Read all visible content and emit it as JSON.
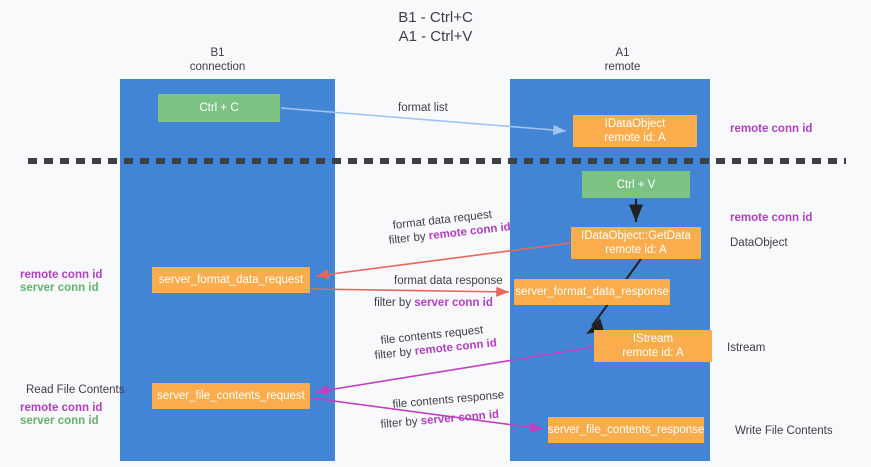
{
  "title": {
    "line1": "B1 - Ctrl+C",
    "line2": "A1 - Ctrl+V"
  },
  "columns": [
    {
      "name": "B1",
      "sub": "connection"
    },
    {
      "name": "A1",
      "sub": "remote"
    }
  ],
  "nodes": {
    "ctrl_c": "Ctrl + C",
    "idataobject": "IDataObject\nremote id: A",
    "idataobject_line1": "IDataObject",
    "idataobject_line2": "remote id: A",
    "ctrl_v": "Ctrl + V",
    "getdata_line1": "IDataObject::GetData",
    "getdata_line2": "remote id: A",
    "server_format_data_request": "server_format_data_request",
    "server_format_data_response": "server_format_data_response",
    "istream_line1": "IStream",
    "istream_line2": "remote id: A",
    "server_file_contents_request": "server_file_contents_request",
    "server_file_contents_response": "server_file_contents_response"
  },
  "edge_labels": {
    "format_list": "format list",
    "format_data_request": "format data request",
    "filter_by_prefix": "filter by ",
    "remote_conn_id": "remote conn id",
    "server_conn_id": "server conn id",
    "format_data_response": "format data response",
    "file_contents_request": "file contents request",
    "file_contents_response": "file contents response"
  },
  "side_labels": {
    "remote_conn_id_top": "remote conn id",
    "remote_conn_id_mid": "remote conn id",
    "dataobject": "DataObject",
    "istream": "Istream",
    "write_file_contents": "Write File Contents",
    "read_file_contents": "Read File Contents",
    "remote_conn_id_left_mid": "remote conn id",
    "server_conn_id_left_mid": "server conn id",
    "remote_conn_id_left_bottom": "remote conn id",
    "server_conn_id_left_bottom": "server conn id"
  },
  "colors": {
    "lane": "#4285d4",
    "green_node": "#7cc383",
    "orange_node": "#fbad4d",
    "purple_text": "#b23ec0",
    "green_text": "#63b46b",
    "arrow_light_blue": "#9fc5f0",
    "arrow_red": "#e8675c",
    "arrow_magenta": "#c23fc2",
    "arrow_black": "#202124",
    "background": "#f8f9fa"
  }
}
